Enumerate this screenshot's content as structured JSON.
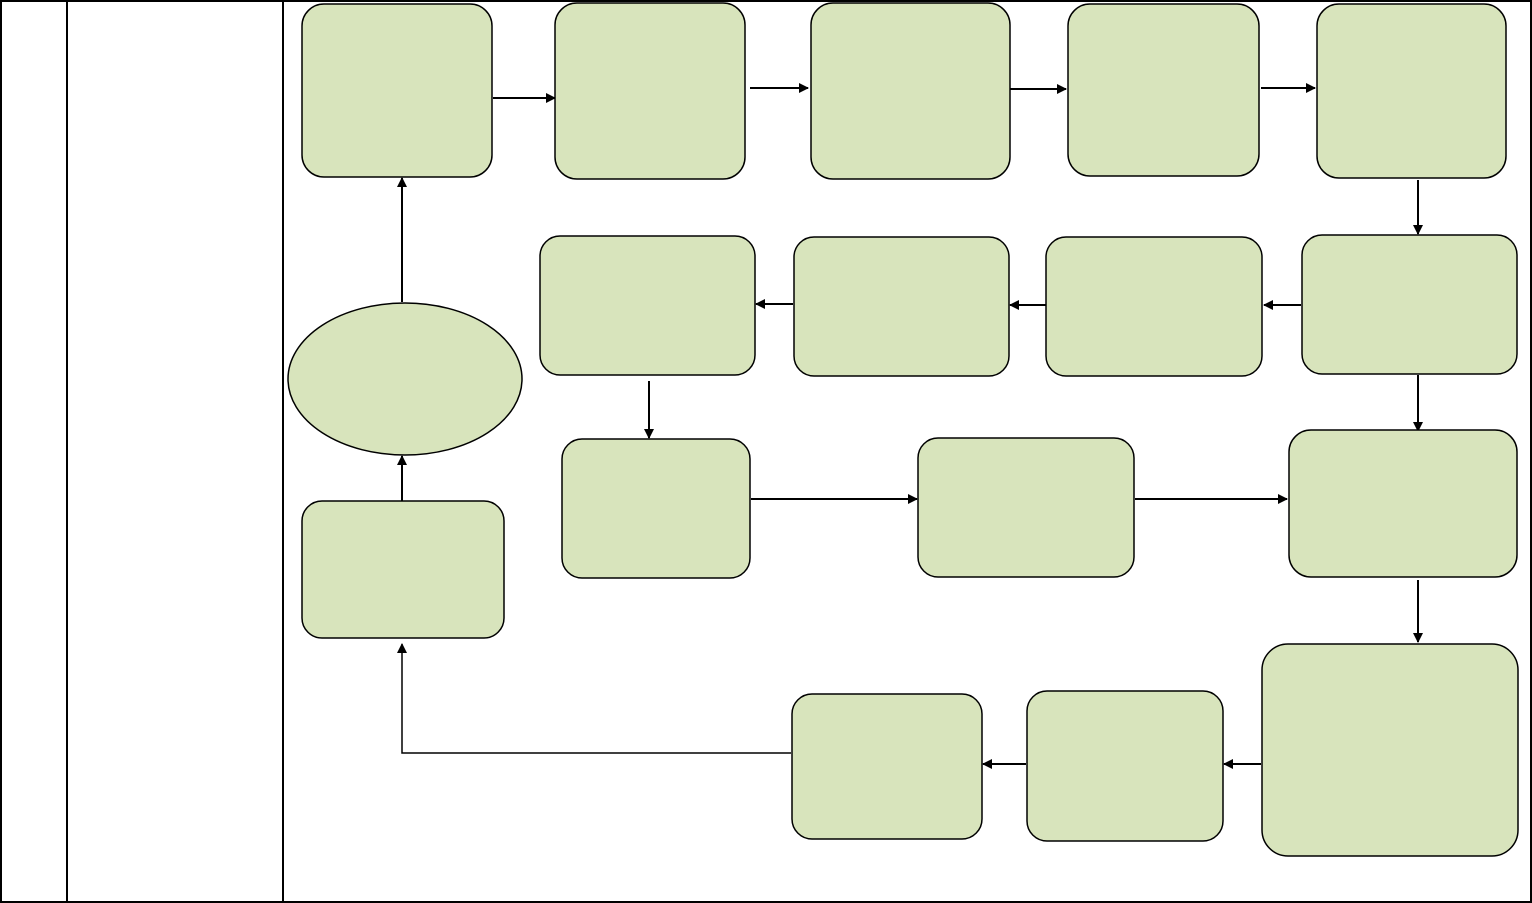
{
  "diagram": {
    "colors": {
      "node_fill": "#d8e4bc",
      "node_stroke": "#000000",
      "line": "#000000",
      "background": "#ffffff"
    },
    "table": {
      "col1_text": "",
      "col2_text": ""
    },
    "nodes": [
      {
        "id": "r1c1",
        "shape": "rounded-rect",
        "label": ""
      },
      {
        "id": "r1c2",
        "shape": "rounded-rect",
        "label": ""
      },
      {
        "id": "r1c3",
        "shape": "rounded-rect",
        "label": ""
      },
      {
        "id": "r1c4",
        "shape": "rounded-rect",
        "label": ""
      },
      {
        "id": "r1c5",
        "shape": "rounded-rect",
        "label": ""
      },
      {
        "id": "r2c1",
        "shape": "rounded-rect",
        "label": ""
      },
      {
        "id": "r2c2",
        "shape": "rounded-rect",
        "label": ""
      },
      {
        "id": "r2c3",
        "shape": "rounded-rect",
        "label": ""
      },
      {
        "id": "r2c4",
        "shape": "rounded-rect",
        "label": ""
      },
      {
        "id": "hub",
        "shape": "ellipse",
        "label": ""
      },
      {
        "id": "r3c1",
        "shape": "rounded-rect",
        "label": ""
      },
      {
        "id": "r3c2",
        "shape": "rounded-rect",
        "label": ""
      },
      {
        "id": "r3c3",
        "shape": "rounded-rect",
        "label": ""
      },
      {
        "id": "left-lower",
        "shape": "rounded-rect",
        "label": ""
      },
      {
        "id": "r4c1",
        "shape": "rounded-rect",
        "label": ""
      },
      {
        "id": "r4c2",
        "shape": "rounded-rect",
        "label": ""
      },
      {
        "id": "r4c3",
        "shape": "rounded-rect",
        "label": ""
      }
    ],
    "edges": [
      {
        "from": "r1c1",
        "to": "r1c2"
      },
      {
        "from": "r1c2",
        "to": "r1c3"
      },
      {
        "from": "r1c3",
        "to": "r1c4"
      },
      {
        "from": "r1c4",
        "to": "r1c5"
      },
      {
        "from": "r1c5",
        "to": "r2c4"
      },
      {
        "from": "r2c4",
        "to": "r2c3"
      },
      {
        "from": "r2c3",
        "to": "r2c2"
      },
      {
        "from": "r2c2",
        "to": "r2c1"
      },
      {
        "from": "r2c1",
        "to": "r3c1"
      },
      {
        "from": "r2c4",
        "to": "r3c3"
      },
      {
        "from": "r3c1",
        "to": "r3c2"
      },
      {
        "from": "r3c2",
        "to": "r3c3"
      },
      {
        "from": "r3c3",
        "to": "r4c3"
      },
      {
        "from": "r4c3",
        "to": "r4c2"
      },
      {
        "from": "r4c2",
        "to": "r4c1"
      },
      {
        "from": "r4c1",
        "to": "left-lower"
      },
      {
        "from": "left-lower",
        "to": "hub"
      },
      {
        "from": "hub",
        "to": "r1c1"
      }
    ]
  }
}
